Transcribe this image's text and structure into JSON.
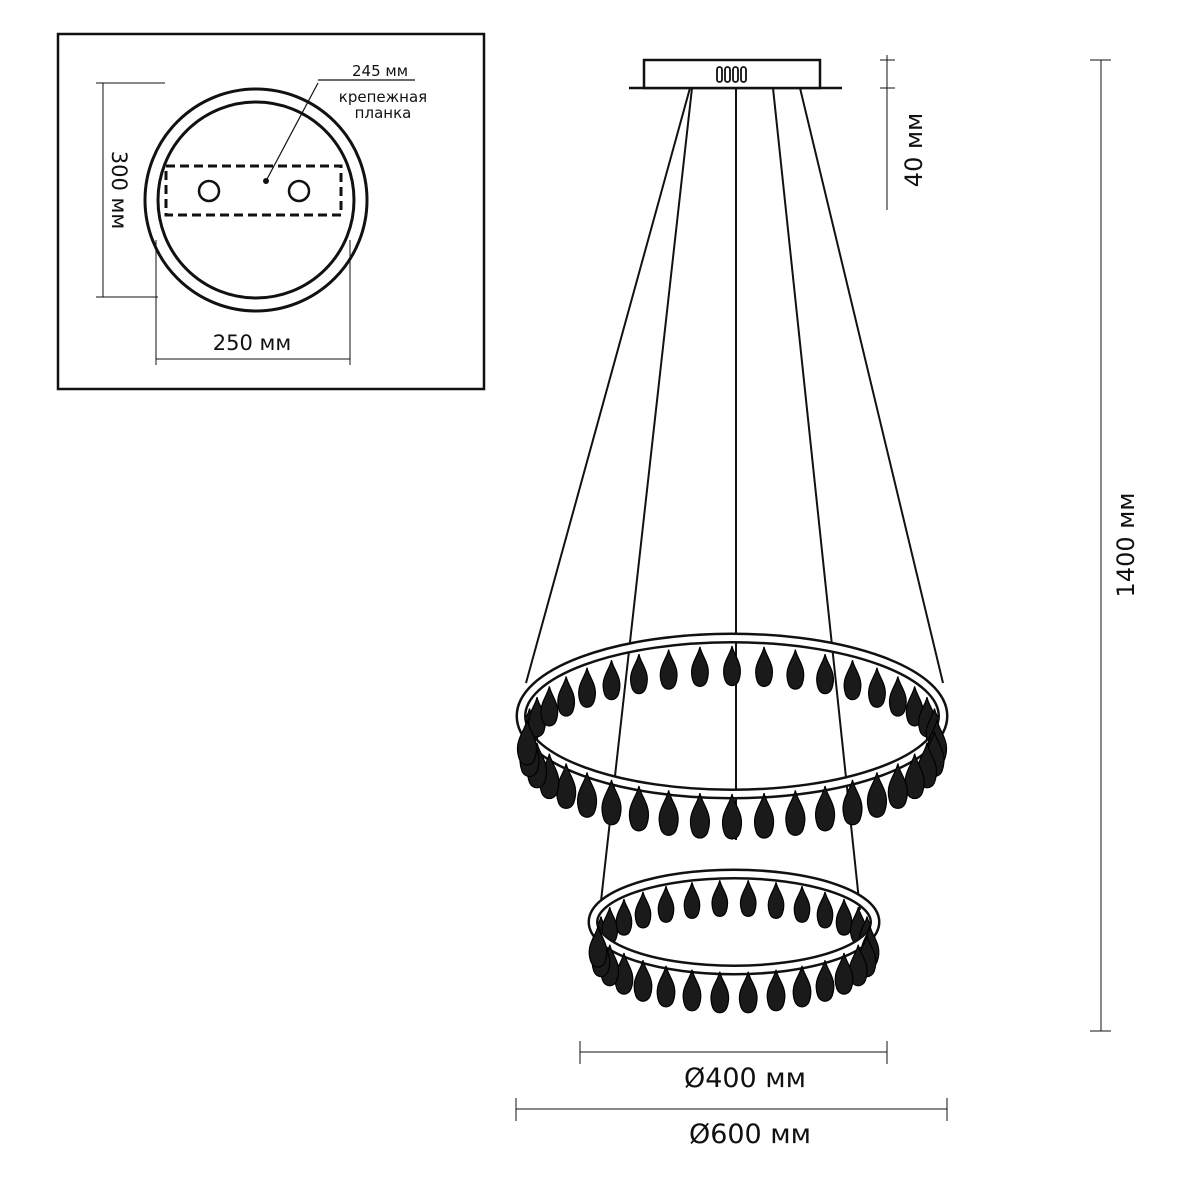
{
  "inset": {
    "mount_width": "245 мм",
    "mount_label_line1": "крепежная",
    "mount_label_line2": "планка",
    "canopy_height": "300 мм",
    "canopy_width": "250 мм"
  },
  "main": {
    "canopy_thickness": "40 мм",
    "total_height": "1400 мм",
    "inner_ring_diameter": "Ø400 мм",
    "outer_ring_diameter": "Ø600 мм"
  },
  "colors": {
    "line": "#111111",
    "crystal": "#1a1a1a",
    "crystal_outline": "#000000",
    "background": "#ffffff"
  }
}
